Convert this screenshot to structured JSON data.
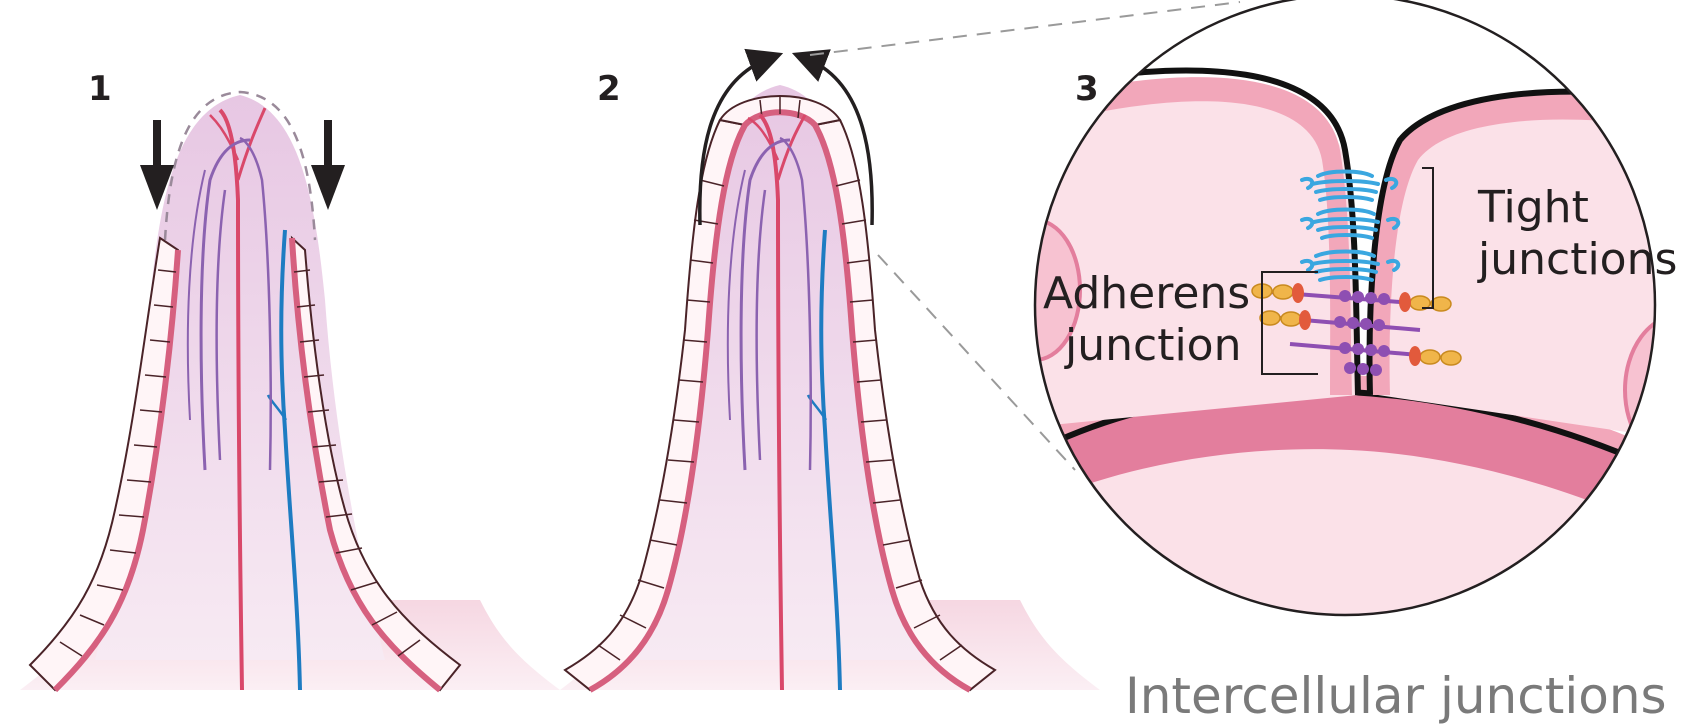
{
  "panels": [
    {
      "number": "1"
    },
    {
      "number": "2"
    },
    {
      "number": "3"
    }
  ],
  "labels": {
    "tight_line1": "Tight",
    "tight_line2": "junctions",
    "adherens_line1": "Adherens",
    "adherens_line2": "junction"
  },
  "caption": "Intercellular junctions",
  "colors": {
    "villus_fill": "#ecd3e6",
    "epithelium_border": "#d6607f",
    "cell_outline": "#4a2328",
    "artery": "#d9486a",
    "vein": "#1e7cc2",
    "capillary": "#8b62b0",
    "membrane": "#f2a7ba",
    "membrane_dark": "#e37e9d",
    "cytoplasm": "#fbe1e8",
    "tight_junction_protein": "#3aa7e0",
    "adherens_protein": "#8e4fb2",
    "adherens_head": "#f0b54a"
  },
  "icons": [
    "down-arrow-icon",
    "curved-arrow-icon"
  ]
}
